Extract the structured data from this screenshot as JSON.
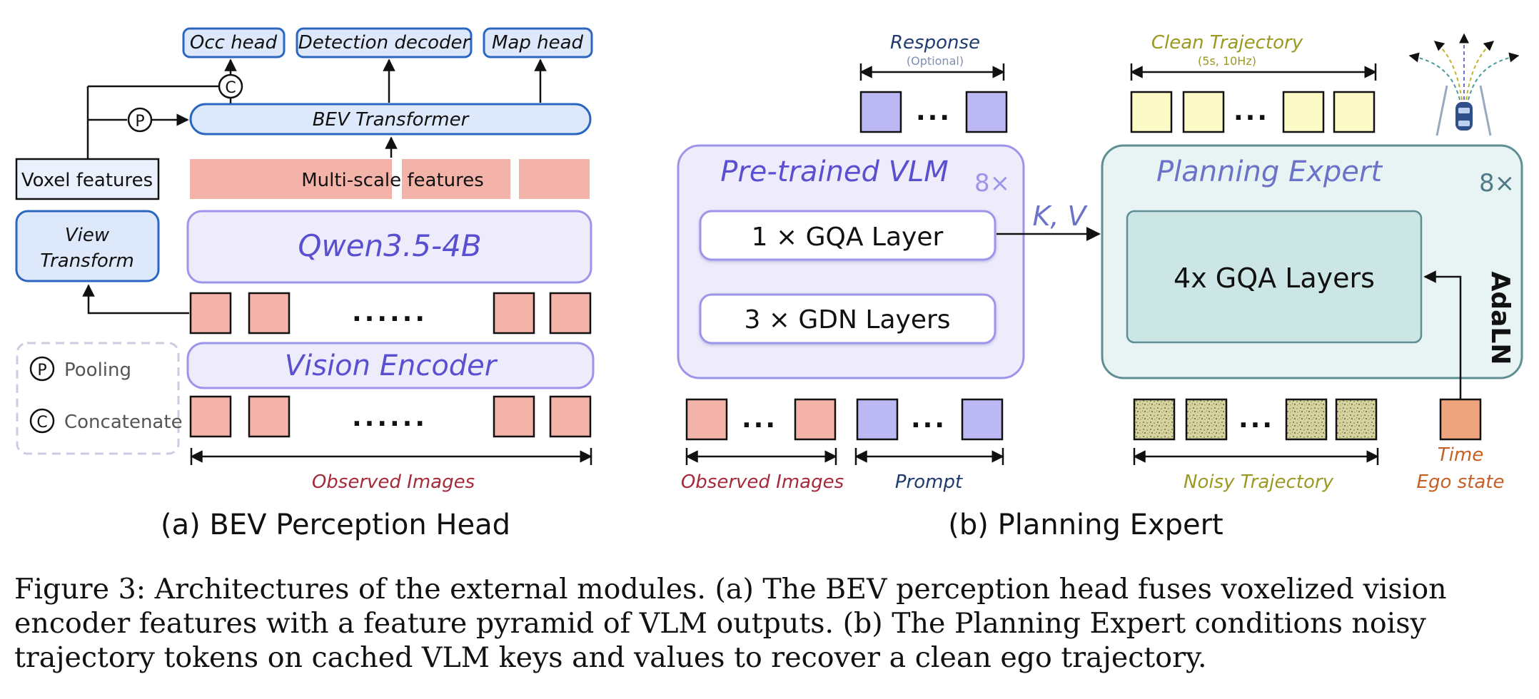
{
  "figure_label": "Figure 3:",
  "caption": "Architectures of the external modules. (a) The BEV perception head fuses voxelized vision encoder features with a feature pyramid of VLM outputs. (b) The Planning Expert conditions noisy trajectory tokens on cached VLM keys and values to recover a clean ego trajectory.",
  "panel_a": {
    "title": "(a) BEV Perception Head",
    "heads": [
      "Occ head",
      "Detection decoder",
      "Map head"
    ],
    "bev_transformer": "BEV Transformer",
    "multiscale": "Multi-scale features",
    "vlm": "Qwen3.5-4B",
    "vision_encoder": "Vision Encoder",
    "voxel": "Voxel features",
    "view_transform": [
      "View",
      "Transform"
    ],
    "dots": "......",
    "observed": "Observed Images",
    "pool_symbol": "P",
    "concat_symbol": "C",
    "legend": {
      "pooling": "Pooling",
      "concatenate": "Concatenate"
    }
  },
  "panel_b": {
    "title": "(b) Planning Expert",
    "response": "Response",
    "optional": "(Optional)",
    "clean": "Clean Trajectory",
    "clean_sub": "(5s, 10Hz)",
    "vlm": "Pre-trained VLM",
    "vlm_mult": "8×",
    "gqa1": "1 × GQA Layer",
    "gdn": "3 × GDN Layers",
    "kv": "K, V",
    "expert": "Planning Expert",
    "expert_mult": "8×",
    "gqa4": "4x GQA Layers",
    "adaln": "AdaLN",
    "dots": "...",
    "observed": "Observed Images",
    "prompt": "Prompt",
    "noisy": "Noisy Trajectory",
    "time": "Time",
    "ego": "Ego state"
  },
  "colors": {
    "blue_border": "#2b66c0",
    "blue_fill": "#dde8fb",
    "purple_border": "#9c95ea",
    "purple_fill": "#eeecfb",
    "purple_text": "#5a4fd0",
    "pink": "#f4b3a8",
    "pink_dark": "#f2a89b",
    "lavender": "#bcb8f4",
    "yellow": "#fcfbc7",
    "teal_border": "#5f8f92",
    "teal_fill": "#e8f4f4",
    "teal_inner": "#cbe6e5",
    "red_text": "#a52a3a",
    "navy_text": "#1f3b6d",
    "olive_text": "#9a9a22",
    "orange": "#efa67e",
    "orange_text": "#c65f25"
  }
}
